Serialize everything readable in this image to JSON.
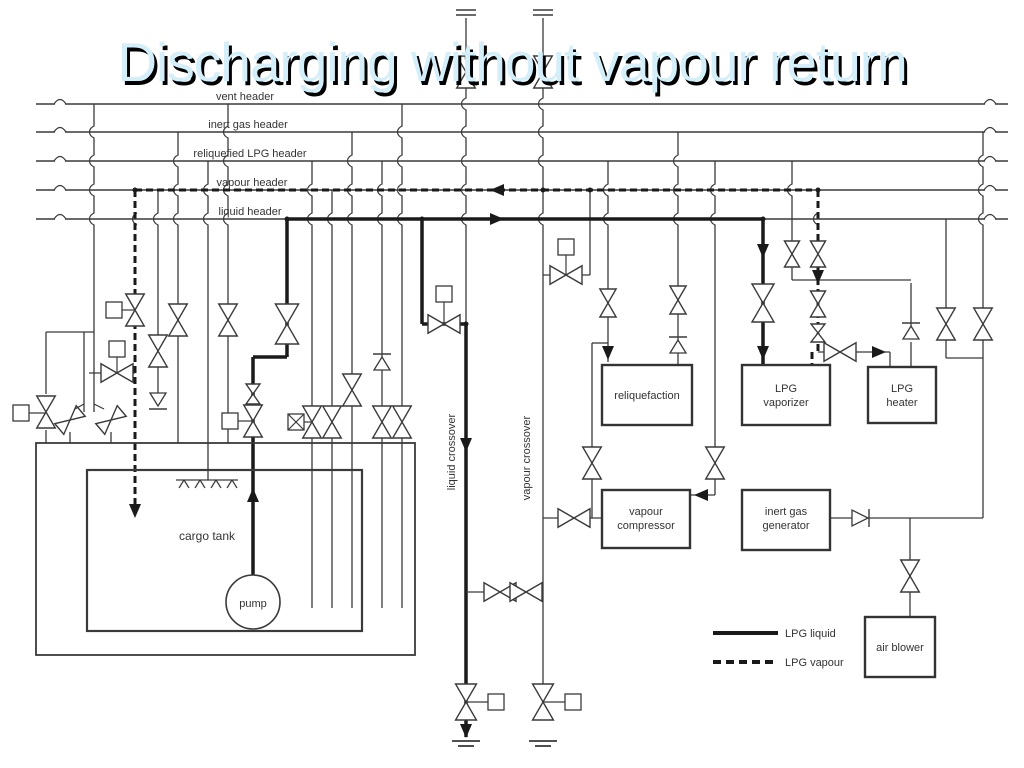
{
  "title": "Discharging without vapour return",
  "colors": {
    "background": "#ffffff",
    "title_fill": "#d4effa",
    "title_shadow": "#000000",
    "diagram_ink": "#3a3a3a",
    "flow_line": "#1a1a1a"
  },
  "headers": {
    "vent": "vent header",
    "inert": "inert gas header",
    "reliquefied": "reliquefied LPG header",
    "vapour": "vapour header",
    "liquid": "liquid header"
  },
  "crossovers": {
    "liquid": "liquid crossover",
    "vapour": "vapour crossover"
  },
  "tank": {
    "name": "cargo tank",
    "pump": "pump"
  },
  "equipment": {
    "reliquefaction": "reliquefaction",
    "vaporizer_line1": "LPG",
    "vaporizer_line2": "vaporizer",
    "heater_line1": "LPG",
    "heater_line2": "heater",
    "compressor_line1": "vapour",
    "compressor_line2": "compressor",
    "igg_line1": "inert gas",
    "igg_line2": "generator",
    "air_blower": "air blower"
  },
  "legend": {
    "liquid": "LPG liquid",
    "vapour": "LPG vapour"
  }
}
